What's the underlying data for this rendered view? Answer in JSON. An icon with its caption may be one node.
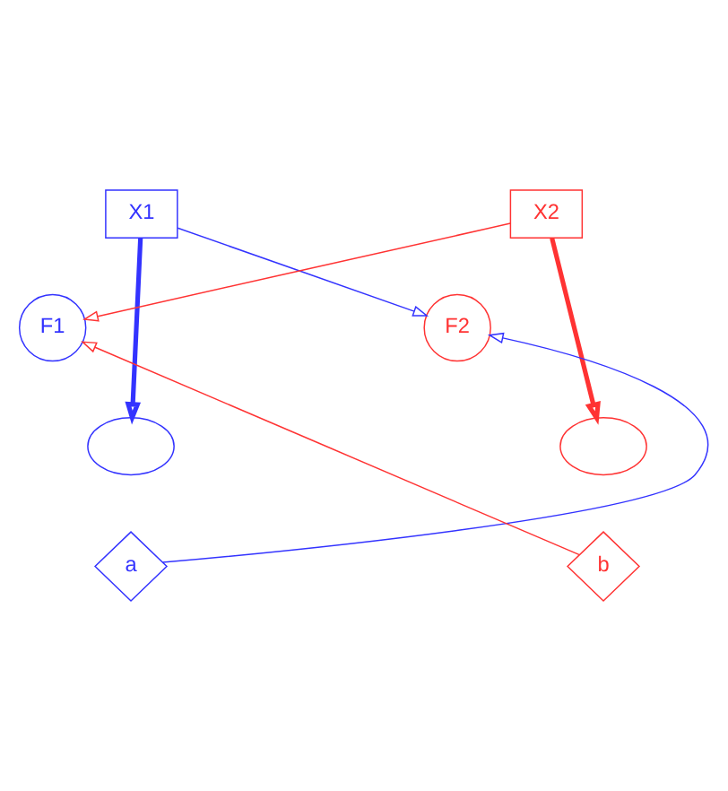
{
  "diagram": {
    "nodes": [
      {
        "text": [
          "X1"
        ]
      },
      {
        "text": [
          "X2"
        ]
      },
      {
        "text": [
          "F1"
        ]
      },
      {
        "text": [
          "F2"
        ]
      },
      {
        "text": [],
        "shape": "cloud"
      },
      {
        "text": [],
        "shape": "cloud"
      },
      {
        "text": [
          "a"
        ]
      },
      {
        "text": [
          "b"
        ]
      }
    ],
    "edges": [
      {
        "from": 0,
        "to": 4,
        "arrow": "to",
        "style": "thick",
        "color": "#3333ff"
      },
      {
        "from": 1,
        "to": 5,
        "arrow": "to",
        "style": "thick",
        "color": "#ff3333"
      },
      {
        "from": 0,
        "to": 3,
        "arrow": "to",
        "color": "#3333ff"
      },
      {
        "from": 1,
        "to": 2,
        "arrow": "to",
        "color": "#ff3333"
      },
      {
        "from": 6,
        "to": 3,
        "arrow": "to",
        "color": "#3333ff"
      },
      {
        "from": 7,
        "to": 2,
        "arrow": "to",
        "color": "#ff3333"
      }
    ]
  }
}
